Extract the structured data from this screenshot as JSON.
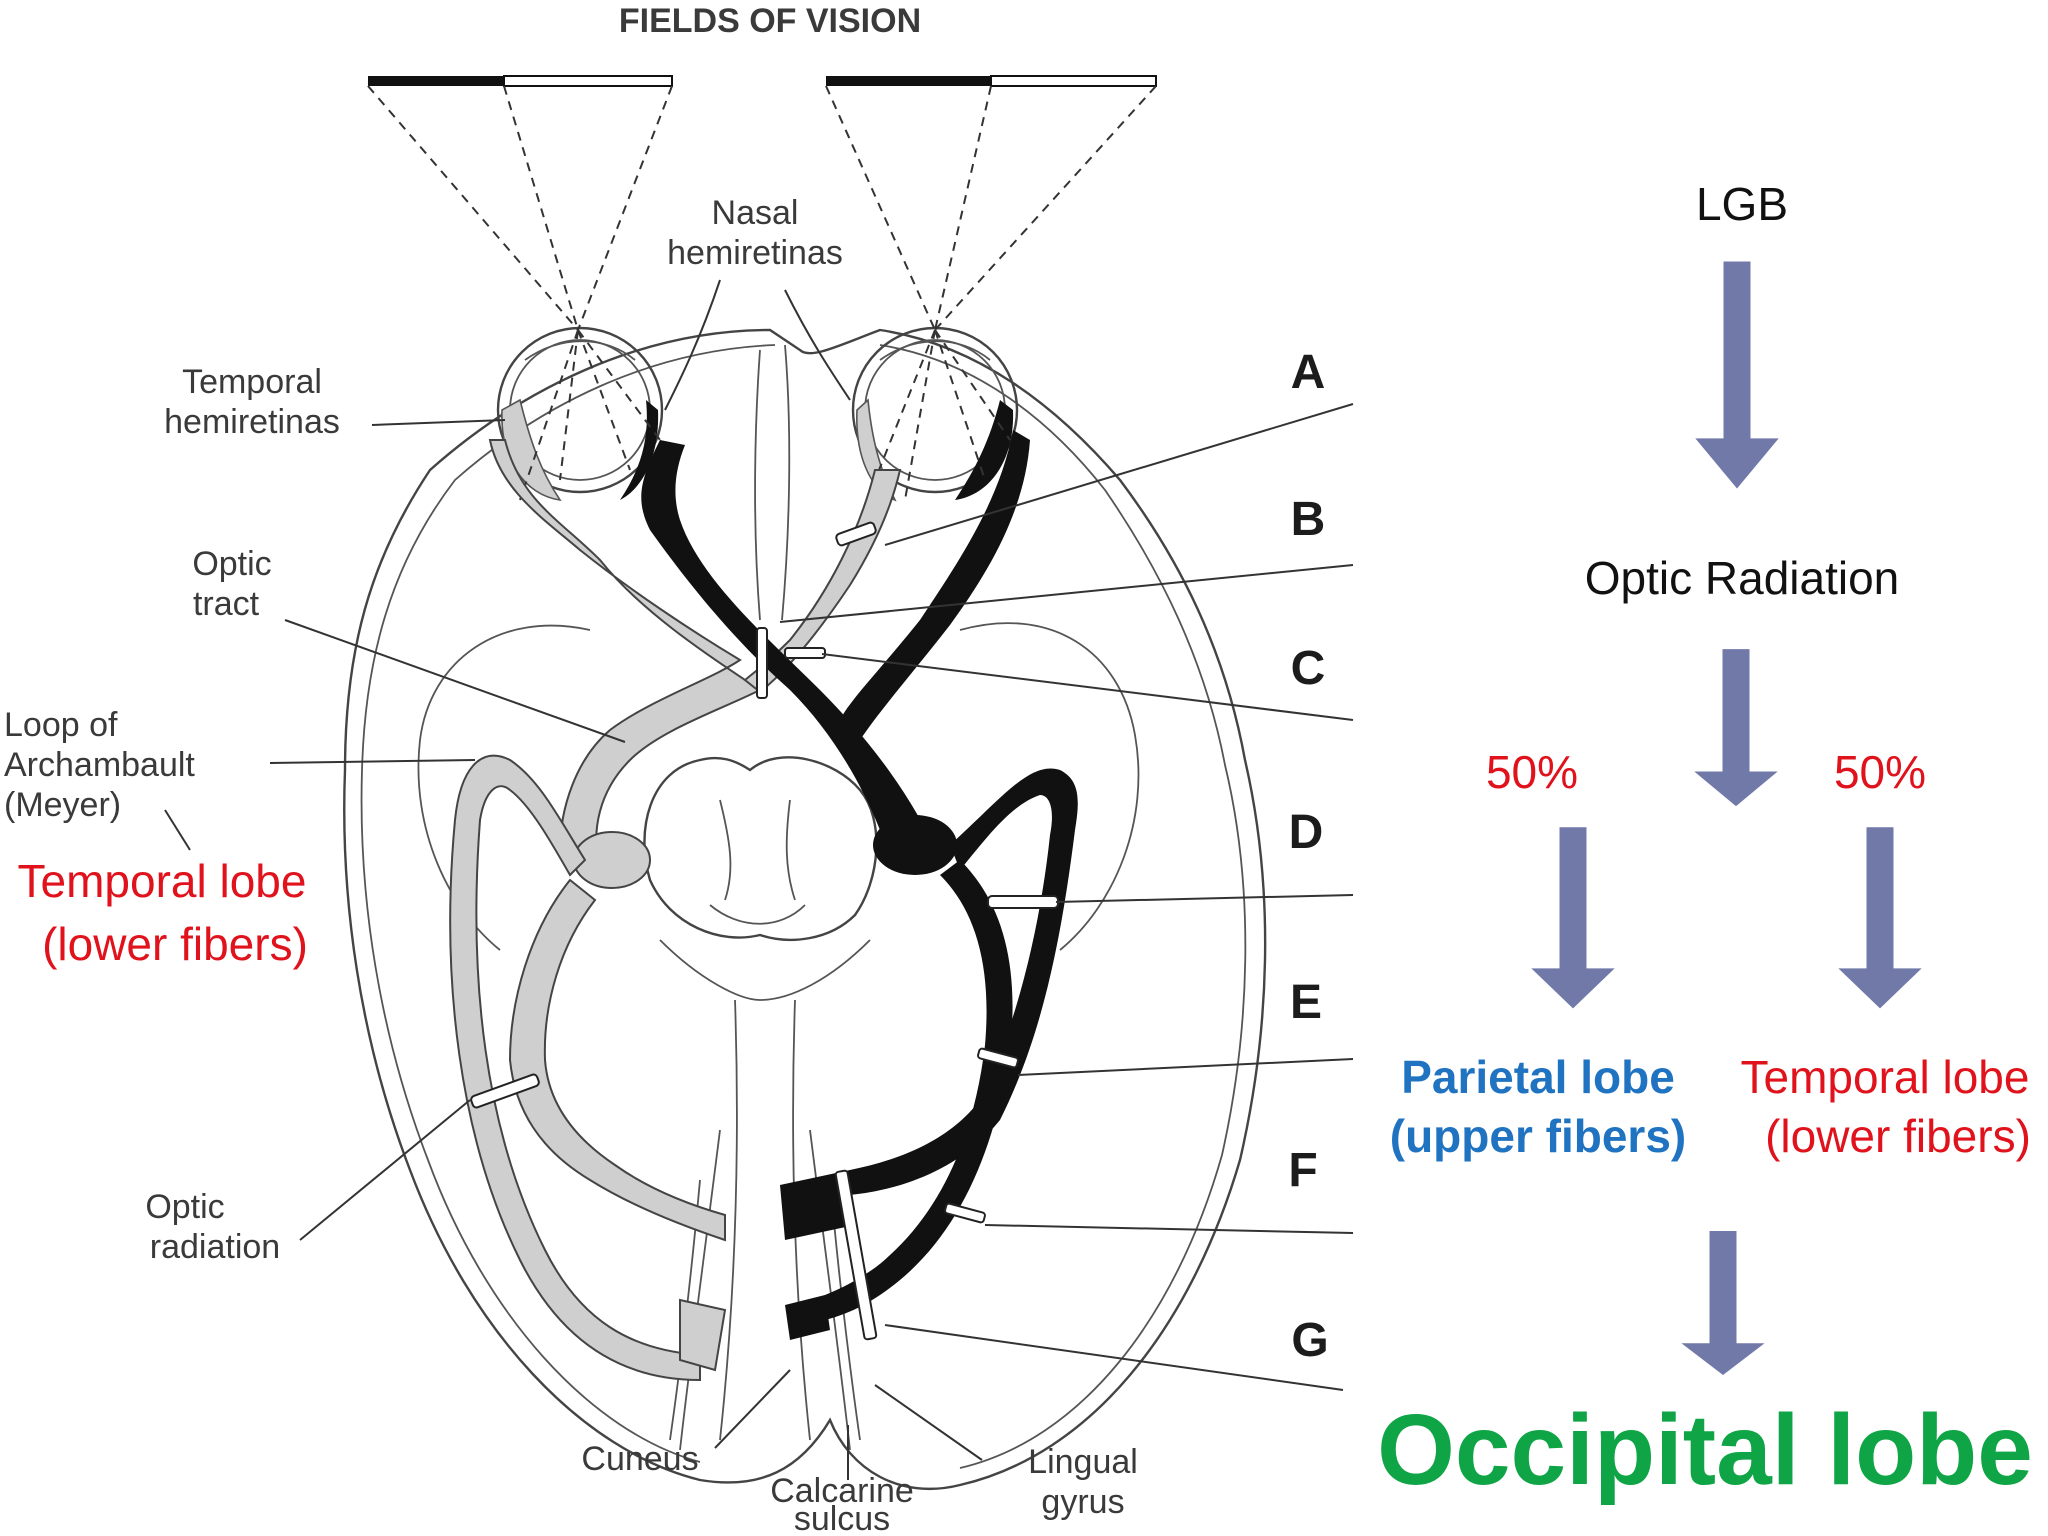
{
  "diagram": {
    "title": "FIELDS OF VISION",
    "labels": {
      "nasal_line1": "Nasal",
      "nasal_line2": "hemiretinas",
      "temporal_line1": "Temporal",
      "temporal_line2": "hemiretinas",
      "optic_tract_line1": "Optic",
      "optic_tract_line2": "tract",
      "loop_line1": "Loop of",
      "loop_line2": "Archambault",
      "loop_line3": "(Meyer)",
      "optic_radiation_line1": "Optic",
      "optic_radiation_line2": "radiation",
      "cuneus": "Cuneus",
      "calcarine_line1": "Calcarine",
      "calcarine_line2": "sulcus",
      "lingual_line1": "Lingual",
      "lingual_line2": "gyrus"
    },
    "lesion_letters": [
      "A",
      "B",
      "C",
      "D",
      "E",
      "F",
      "G"
    ],
    "left_annotation": {
      "line1": "Temporal lobe",
      "line2": "(lower fibers)",
      "color": "#e0121c"
    }
  },
  "flowchart": {
    "start": "LGB",
    "middle": "Optic Radiation",
    "split_left_percent": "50%",
    "split_right_percent": "50%",
    "parietal_line1": "Parietal  lobe",
    "parietal_line2": "(upper fibers)",
    "temporal_line1": "Temporal lobe",
    "temporal_line2": "(lower fibers)",
    "end": "Occipital lobe",
    "colors": {
      "arrow": "#7079a8",
      "percent": "#e0121c",
      "parietal": "#1f73c1",
      "temporal": "#e0121c",
      "end": "#0fa546"
    }
  }
}
